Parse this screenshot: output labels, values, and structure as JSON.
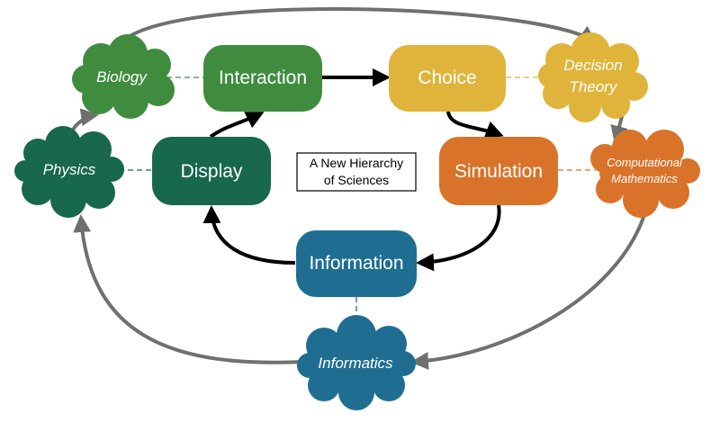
{
  "diagram": {
    "title_line1": "A New Hierarchy",
    "title_line2": "of Sciences",
    "boxes": {
      "interaction": "Interaction",
      "choice": "Choice",
      "display": "Display",
      "simulation": "Simulation",
      "information": "Information"
    },
    "clouds": {
      "biology": "Biology",
      "decision_theory_line1": "Decision",
      "decision_theory_line2": "Theory",
      "physics": "Physics",
      "computational_math_line1": "Computational",
      "computational_math_line2": "Mathematics",
      "informatics": "Informatics"
    },
    "colors": {
      "interaction": "#3f8c3f",
      "choice": "#e0b43a",
      "display": "#17684c",
      "simulation": "#d9732a",
      "information": "#1f6e92",
      "cycle_arrow": "#000000",
      "outer_arrow": "#707070"
    }
  }
}
